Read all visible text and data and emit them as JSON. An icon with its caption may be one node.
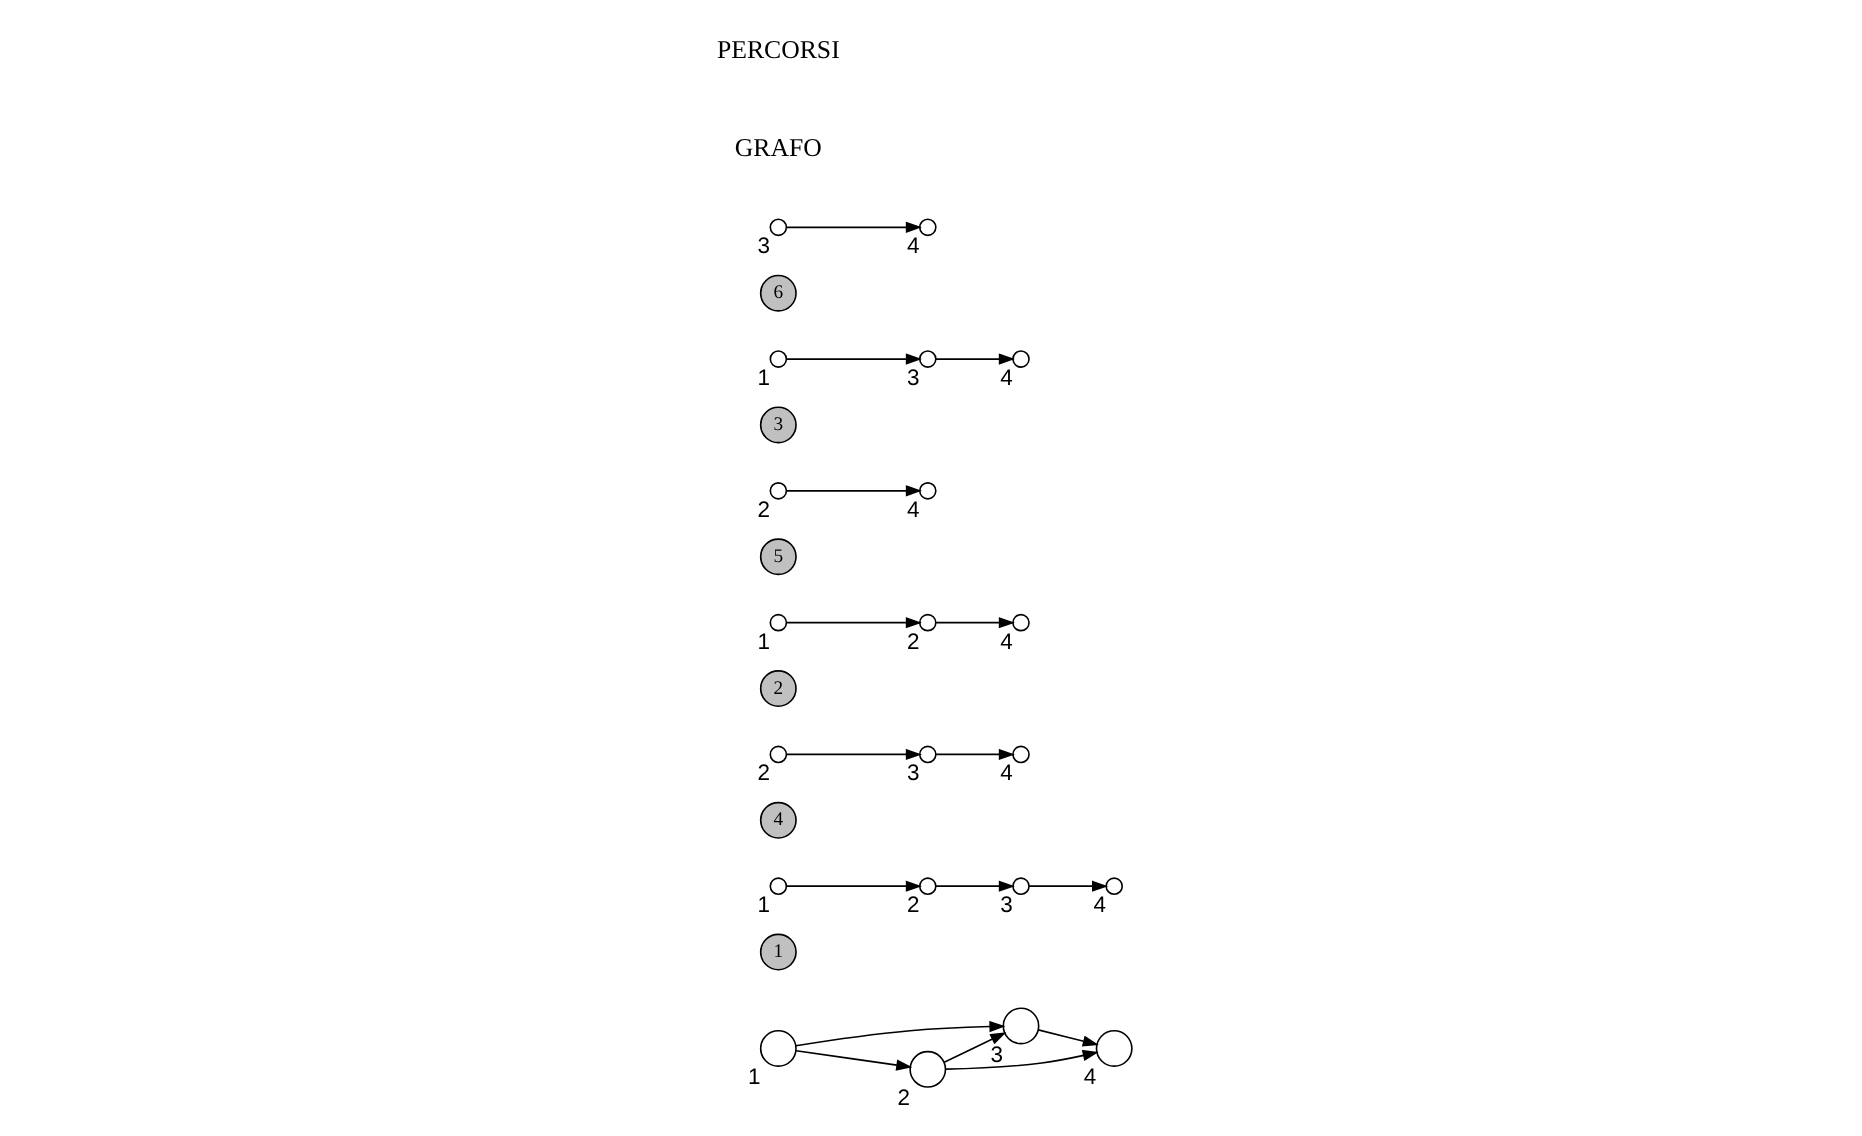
{
  "diagram": {
    "nodes": [
      {
        "text": [],
        "shape": "circle",
        "beside": [
          "1"
        ]
      },
      {
        "text": [],
        "shape": "circle",
        "beside": [
          "2"
        ]
      },
      {
        "text": [],
        "shape": "circle",
        "beside": [
          "3"
        ]
      },
      {
        "text": [],
        "shape": "circle",
        "beside": [
          "4"
        ]
      },
      {
        "text": [],
        "shape": "circle",
        "beside": [
          "1"
        ]
      },
      {
        "text": [],
        "shape": "circle",
        "beside": [
          "2"
        ]
      },
      {
        "text": [],
        "shape": "circle",
        "beside": [
          "3"
        ]
      },
      {
        "text": [],
        "shape": "circle",
        "beside": [
          "4"
        ]
      },
      {
        "text": [
          "1"
        ]
      },
      {
        "text": [],
        "shape": "circle",
        "beside": [
          "2"
        ]
      },
      {
        "text": [],
        "shape": "circle",
        "beside": [
          "3"
        ]
      },
      {
        "text": [],
        "shape": "circle",
        "beside": [
          "4"
        ]
      },
      {
        "text": [
          "4"
        ]
      },
      {
        "text": [],
        "shape": "circle",
        "beside": [
          "1"
        ]
      },
      {
        "text": [],
        "shape": "circle",
        "beside": [
          "2"
        ]
      },
      {
        "text": [],
        "shape": "circle",
        "beside": [
          "4"
        ]
      },
      {
        "text": [
          "2"
        ]
      },
      {
        "text": [],
        "shape": "circle",
        "beside": [
          "2"
        ]
      },
      {
        "text": [],
        "shape": "circle",
        "beside": [
          "4"
        ]
      },
      {
        "text": [
          "5"
        ]
      },
      {
        "text": [],
        "shape": "circle",
        "beside": [
          "1"
        ]
      },
      {
        "text": [],
        "shape": "circle",
        "beside": [
          "3"
        ]
      },
      {
        "text": [],
        "shape": "circle",
        "beside": [
          "4"
        ]
      },
      {
        "text": [
          "3"
        ]
      },
      {
        "text": [],
        "shape": "circle",
        "beside": [
          "3"
        ]
      },
      {
        "text": [],
        "shape": "circle",
        "beside": [
          "4"
        ]
      },
      {
        "text": [
          "6"
        ]
      }
    ],
    "edges": [
      {
        "from": 0,
        "to": 1,
        "arrow": "to"
      },
      {
        "from": 0,
        "to": 2,
        "arrow": "to"
      },
      {
        "from": 1,
        "to": 2,
        "arrow": "to"
      },
      {
        "from": 1,
        "to": 3,
        "arrow": "to"
      },
      {
        "from": 2,
        "to": 3,
        "arrow": "to"
      },
      {
        "from": 4,
        "to": 5,
        "arrow": "to"
      },
      {
        "from": 5,
        "to": 6,
        "arrow": "to"
      },
      {
        "from": 6,
        "to": 7,
        "arrow": "to"
      },
      {
        "from": 9,
        "to": 10,
        "arrow": "to"
      },
      {
        "from": 10,
        "to": 11,
        "arrow": "to"
      },
      {
        "from": 13,
        "to": 14,
        "arrow": "to"
      },
      {
        "from": 14,
        "to": 15,
        "arrow": "to"
      },
      {
        "from": 17,
        "to": 18,
        "arrow": "to"
      },
      {
        "from": 20,
        "to": 21,
        "arrow": "to"
      },
      {
        "from": 21,
        "to": 22,
        "arrow": "to"
      },
      {
        "from": 24,
        "to": 25,
        "arrow": "to"
      }
    ],
    "labels": [
      "GRAFO",
      "PERCORSI"
    ]
  }
}
